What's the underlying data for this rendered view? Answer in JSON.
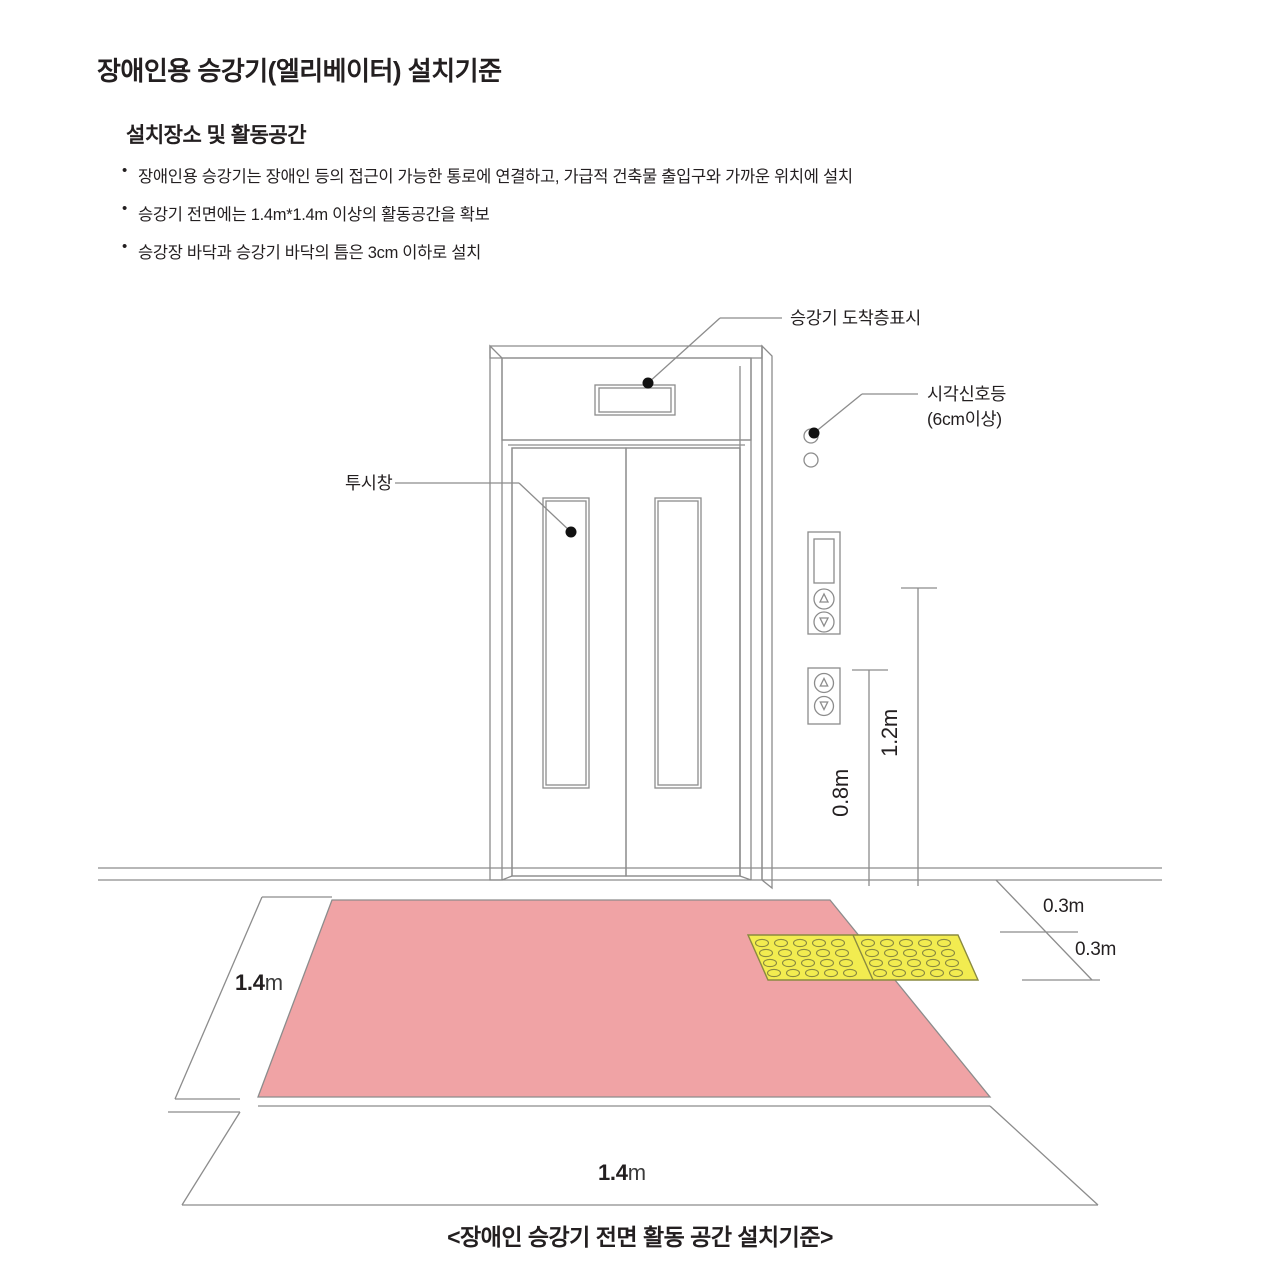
{
  "document": {
    "title": "장애인용 승강기(엘리베이터) 설치기준",
    "subtitle": "설치장소 및 활동공간",
    "bullets": [
      "장애인용 승강기는 장애인 등의 접근이 가능한 통로에 연결하고, 가급적 건축물 출입구와 가까운 위치에 설치",
      "승강기 전면에는 1.4m*1.4m  이상의 활동공간을 확보",
      "승강장 바닥과 승강기 바닥의 틈은 3cm 이하로 설치"
    ],
    "caption": "<장애인 승강기 전면 활동 공간 설치기준>"
  },
  "figure": {
    "callouts": [
      {
        "name": "arrival-floor-indicator",
        "text": "승강기 도착층표시"
      },
      {
        "name": "visual-signal-lamp",
        "text": "시각신호등",
        "sub": "(6cm이상)"
      },
      {
        "name": "vision-panel",
        "text": "투시창"
      }
    ],
    "dimensions": {
      "height_low_panel": "0.8m",
      "height_high_panel": "1.2m",
      "tactile_offset_top": "0.3m",
      "tactile_offset_bottom": "0.3m",
      "space_depth": {
        "value": "1.4",
        "unit": "m"
      },
      "space_width": {
        "value": "1.4",
        "unit": "m"
      }
    },
    "colors": {
      "activity_space_fill": "#F0A3A5",
      "activity_space_stroke": "#8f8f8f",
      "tactile_paving_fill": "#F2EC50",
      "tactile_paving_stroke": "#8a8a40",
      "line": "#8c8c8c",
      "text": "#231f20"
    },
    "elements": [
      {
        "name": "elevator-door-left",
        "label": "elevator door left leaf"
      },
      {
        "name": "elevator-door-right",
        "label": "elevator door right leaf"
      },
      {
        "name": "elevator-transom",
        "label": "transom above doors"
      },
      {
        "name": "hall-call-panel-high",
        "label": "hall call panel with display"
      },
      {
        "name": "hall-call-panel-low",
        "label": "low hall call panel"
      },
      {
        "name": "activity-space",
        "label": "1.4m x 1.4m activity space"
      },
      {
        "name": "tactile-paving",
        "label": "tactile warning paving"
      },
      {
        "name": "floor-line",
        "label": "floor line"
      }
    ]
  }
}
